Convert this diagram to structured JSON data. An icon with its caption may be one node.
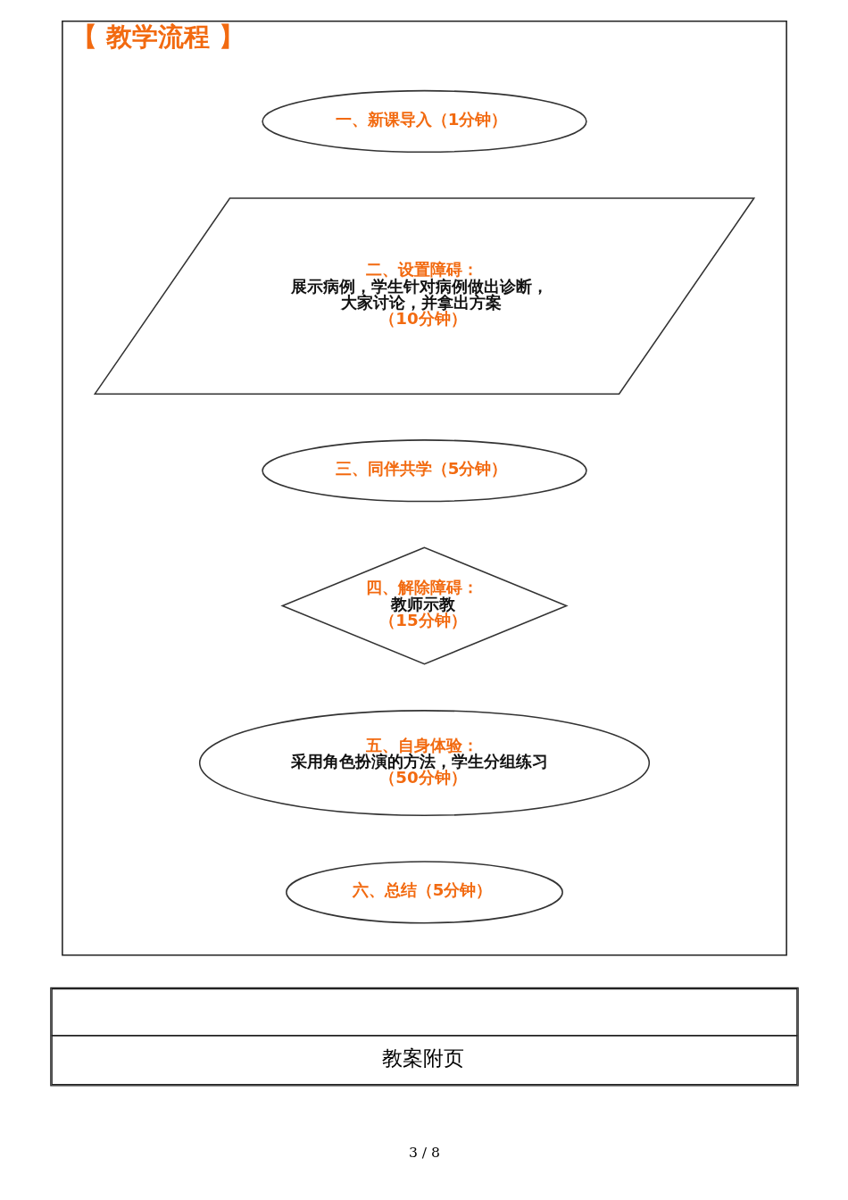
{
  "diagram": {
    "nodes": [
      {
        "text": [
          "【 教学流程 】"
        ]
      },
      {
        "text": [
          "一、新课导入（1分钟）"
        ],
        "in": 0
      },
      {
        "text": [
          "二、设置障碍：",
          "展示病例，学生针对病例做出诊断，大家讨论，并拿出方案",
          "（10分钟）"
        ],
        "in": 0
      },
      {
        "text": [
          "三、同伴共学（5分钟）"
        ],
        "in": 0
      },
      {
        "text": [
          "四、解除障碍：",
          "教师示教",
          "（15分钟）"
        ],
        "in": 0
      },
      {
        "text": [
          "五、自身体验：",
          "采用角色扮演的方法，学生分组练习",
          "（50分钟）"
        ],
        "in": 0
      },
      {
        "text": [
          "六、总结（5分钟）"
        ],
        "in": 0
      }
    ],
    "labels": [
      "教案附页",
      "3 / 8"
    ]
  }
}
